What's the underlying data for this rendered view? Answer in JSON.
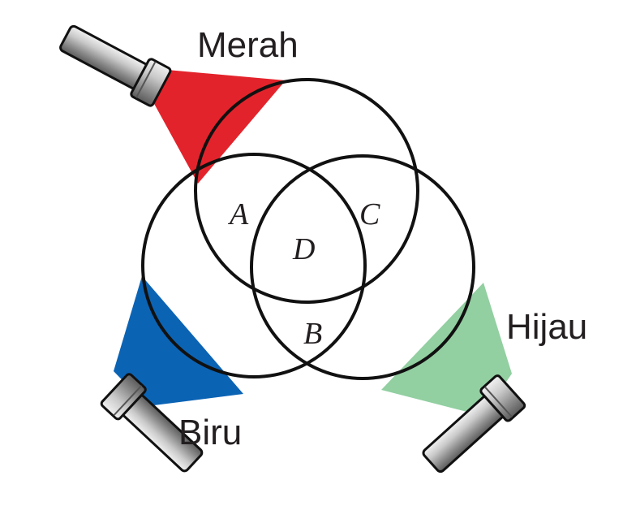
{
  "labels": {
    "red": "Merah",
    "blue": "Biru",
    "green": "Hijau"
  },
  "regions": {
    "a": "A",
    "b": "B",
    "c": "C",
    "d": "D"
  },
  "colors": {
    "red": "#e3232b",
    "blue": "#0b63b4",
    "green": "#92cfa1",
    "outline": "#111111",
    "flashlight_body": "#8a8b8d"
  }
}
